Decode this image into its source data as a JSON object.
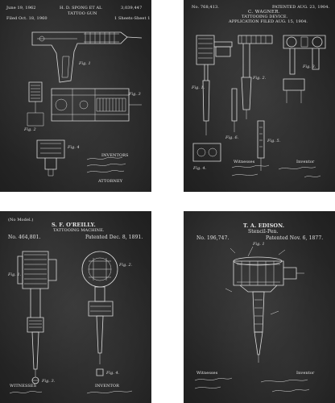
{
  "panels": [
    {
      "date": "June 19, 1962",
      "inventor": "H. D. SPONG ET AL",
      "number": "3,039,447",
      "subtitle": "TATTOO GUN",
      "filed": "Filed Oct. 18, 1960",
      "sheets": "1 Sheets-Sheet 1",
      "figs": [
        "Fig. 1",
        "Fig. 2",
        "Fig. 3",
        "Fig. 4"
      ],
      "inventors_label": "INVENTORS",
      "attorney_label": "ATTORNEY"
    },
    {
      "number": "No. 768,413.",
      "patented": "PATENTED AUG. 23, 1904.",
      "inventor": "C. WAGNER.",
      "subtitle": "TATTOOING DEVICE.",
      "application": "APPLICATION FILED AUG. 15, 1904.",
      "figs": [
        "Fig. 1.",
        "Fig. 2.",
        "Fig. 3.",
        "Fig. 4.",
        "Fig. 5.",
        "Fig. 6."
      ],
      "witnesses_label": "Witnesses",
      "inventor_label": "Inventor"
    },
    {
      "model": "(No Model.)",
      "inventor": "S. F. O'REILLY.",
      "subtitle": "TATTOOING MACHINE.",
      "number": "No. 464,801.",
      "patented": "Patented Dec. 8, 1891.",
      "figs": [
        "Fig. 1.",
        "Fig. 2.",
        "Fig. 3.",
        "Fig. 4."
      ],
      "witnesses_label": "WITNESSES",
      "inventor_label": "INVENTOR"
    },
    {
      "inventor": "T. A. EDISON.",
      "subtitle": "Stencil-Pen.",
      "number": "No. 196,747.",
      "patented": "Patented Nov. 6, 1877.",
      "figs": [
        "Fig. 1"
      ],
      "witnesses_label": "Witnesses",
      "inventor_label": "Inventor"
    }
  ]
}
